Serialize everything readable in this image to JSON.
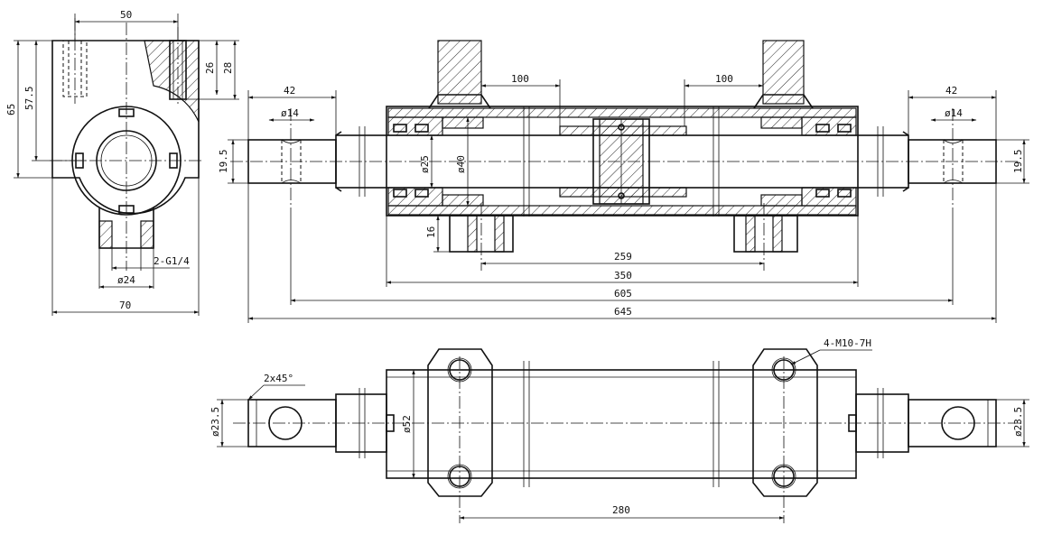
{
  "dimensions": {
    "left_width_top": "50",
    "left_height_65": "65",
    "left_height_57_5": "57.5",
    "slot_26": "26",
    "slot_28": "28",
    "port_thread": "2-G1/4",
    "port_dia": "ø24",
    "left_width_bottom": "70",
    "shaft_len_left": "42",
    "shaft_len_right": "42",
    "pin_hole_left": "ø14",
    "pin_hole_right": "ø14",
    "flat_left": "19.5",
    "flat_right": "19.5",
    "rod_dia": "ø25",
    "bore_dia": "ø40",
    "mount_w_left": "100",
    "mount_w_right": "100",
    "boss_h": "16",
    "dim_259": "259",
    "dim_350": "350",
    "dim_605": "605",
    "dim_645": "645",
    "chamfer": "2x45°",
    "thread_note": "4-M10-7H",
    "end_dia_left": "ø23.5",
    "end_dia_right": "ø23.5",
    "body_dia": "ø52",
    "bolt_spacing": "280"
  }
}
